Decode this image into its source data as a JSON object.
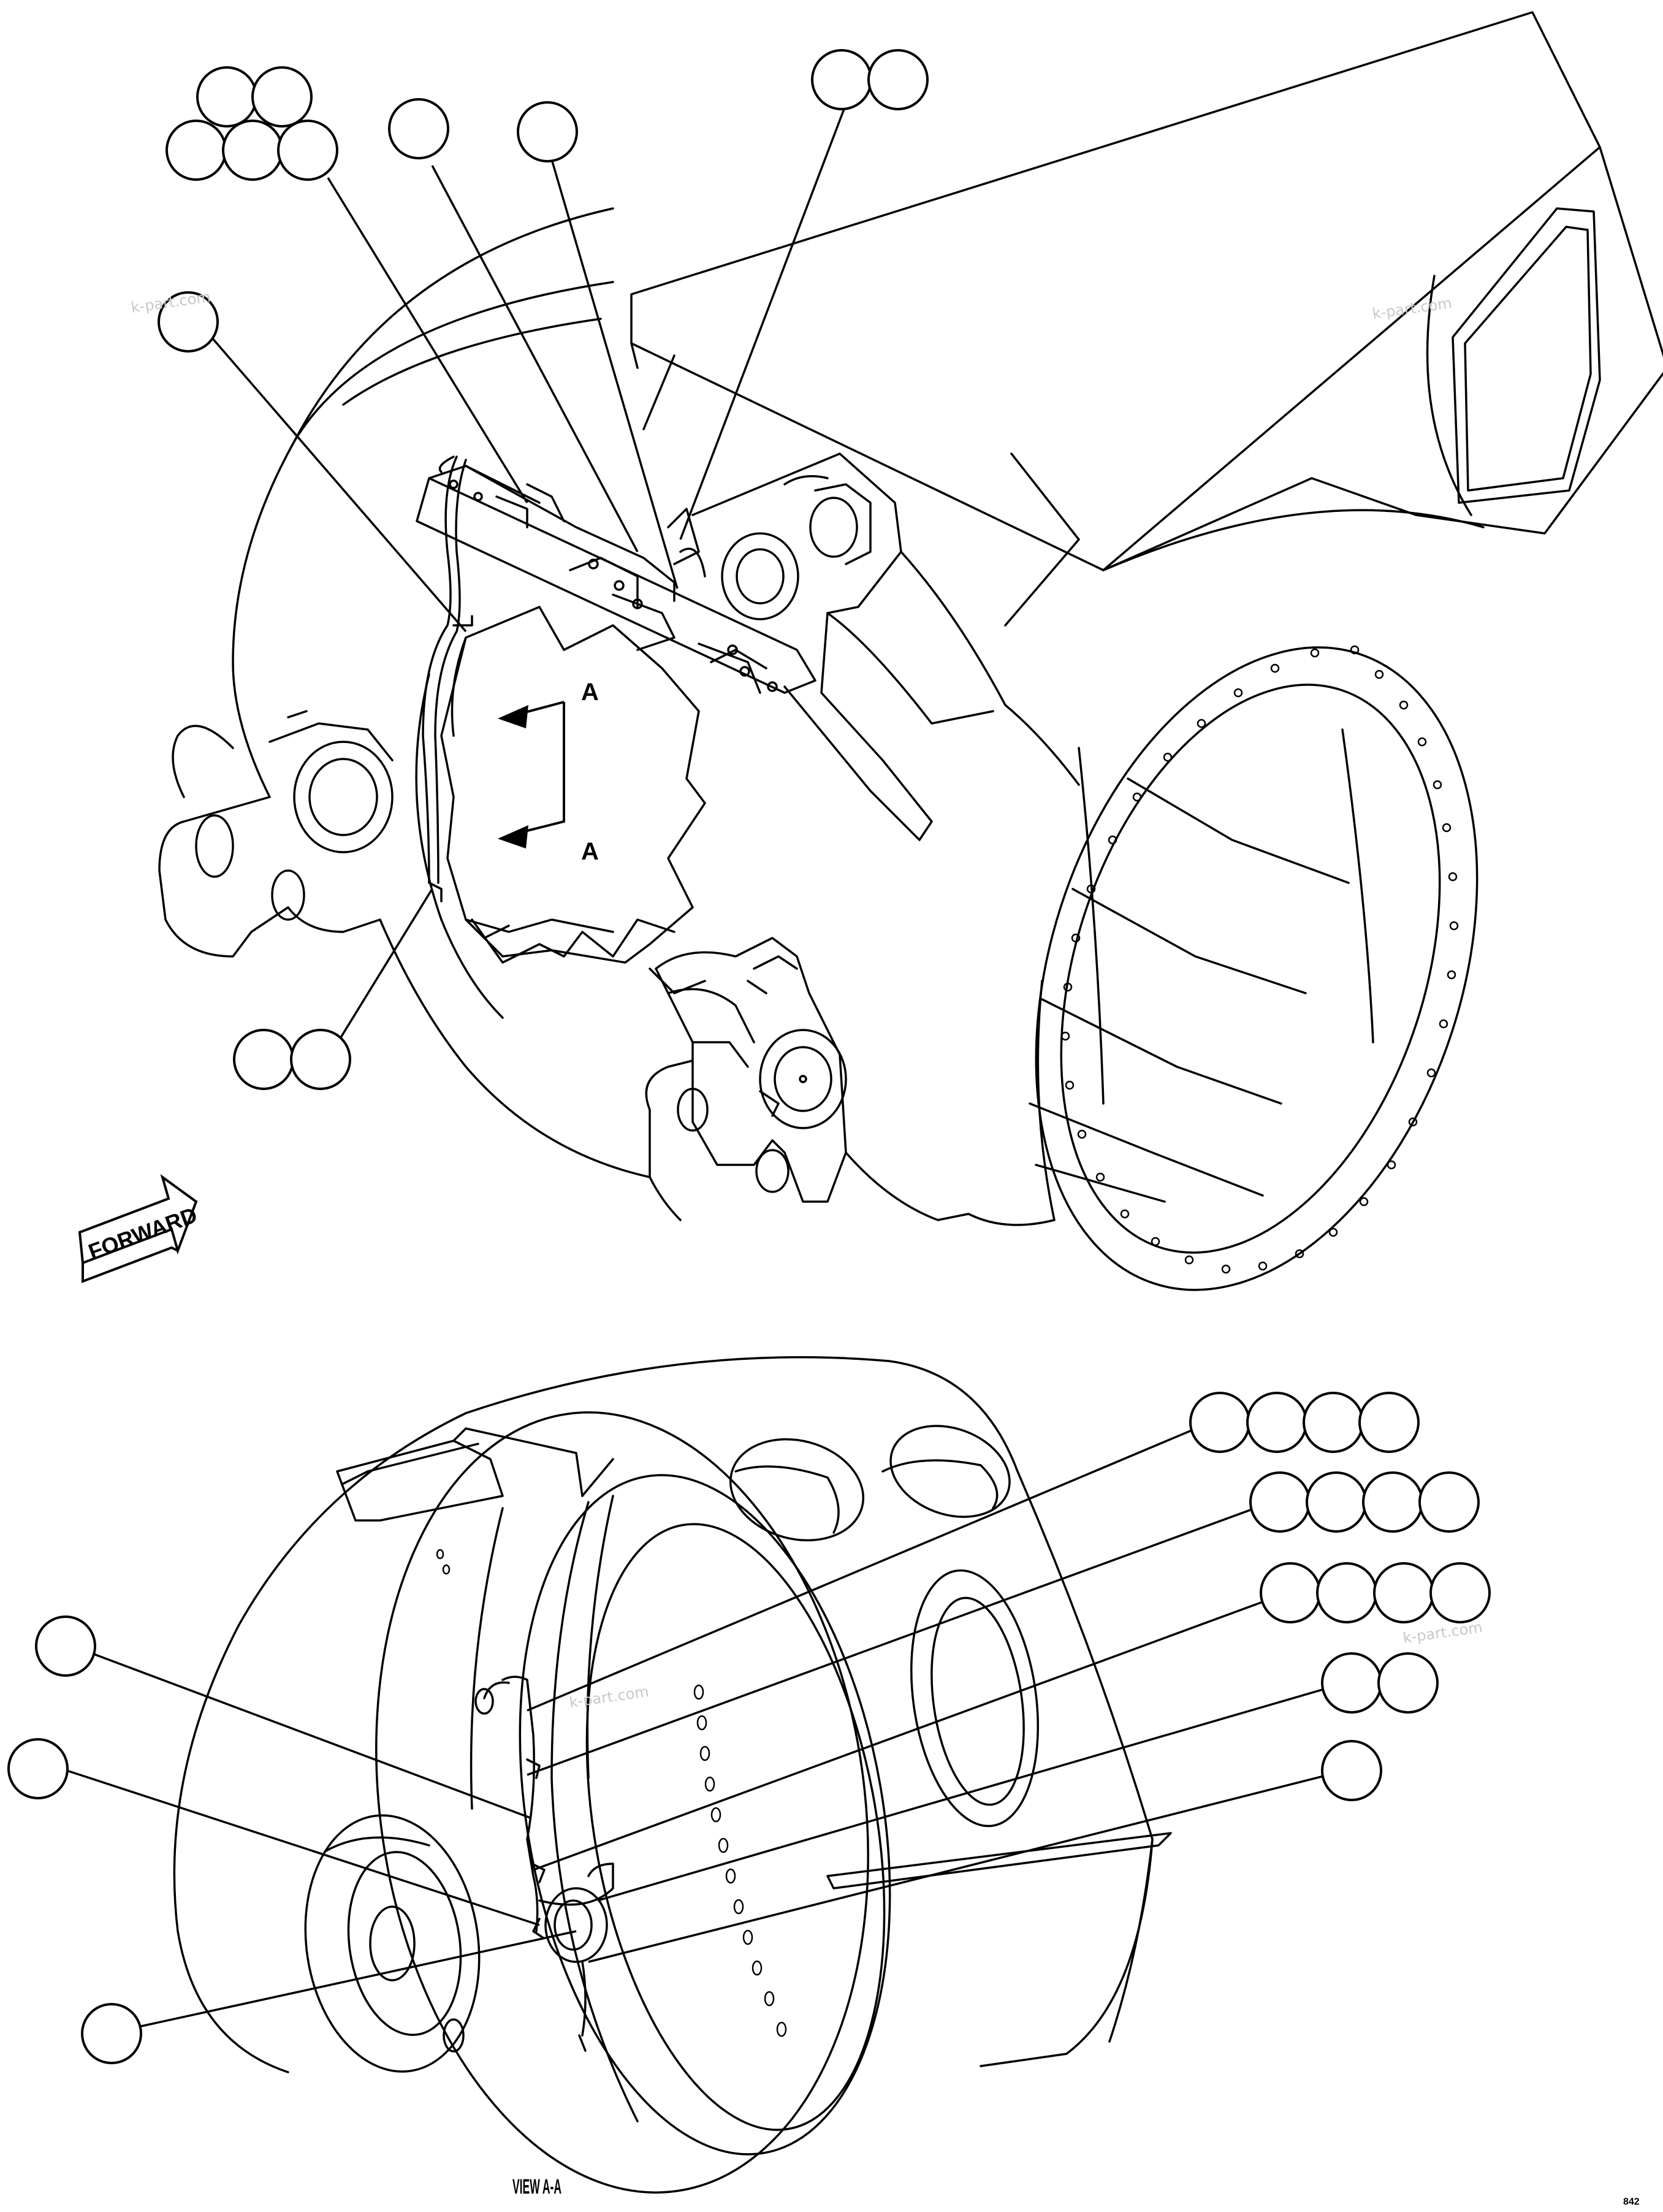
{
  "diagram": {
    "section_arrow_label_upper": "A",
    "section_arrow_label_lower": "A",
    "forward_label": "FORWARD",
    "view_label": "VIEW A-A",
    "page_code": "842",
    "watermark_text": "k-part.com",
    "colors": {
      "ink": "#000000",
      "paper": "#ffffff",
      "watermark": "#c8c8c8"
    }
  }
}
